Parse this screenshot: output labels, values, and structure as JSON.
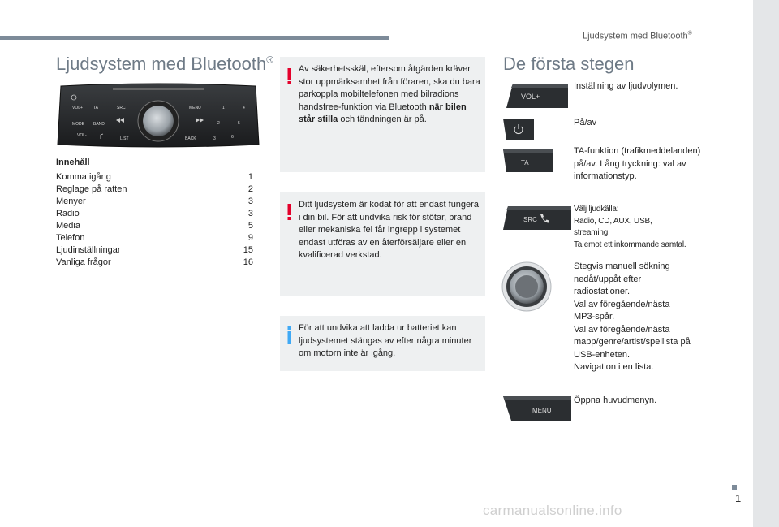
{
  "header": {
    "running_title": "Ljudsystem med Bluetooth",
    "reg": "®"
  },
  "page": {
    "number": "1",
    "watermark": "carmanualsonline.info"
  },
  "left": {
    "title": "Ljudsystem med Bluetooth",
    "title_reg": "®",
    "panel_labels": {
      "vol_plus": "VOL+",
      "ta": "TA",
      "src": "SRC",
      "menu": "MENU",
      "mode": "MODE",
      "band": "BAND",
      "vol_minus": "VOL-",
      "list": "LIST",
      "back": "BACK",
      "p1": "1",
      "p2": "2",
      "p3": "3",
      "p4": "4",
      "p5": "5",
      "p6": "6"
    },
    "contents_heading": "Innehåll",
    "toc": [
      {
        "label": "Komma igång",
        "page": "1"
      },
      {
        "label": "Reglage på ratten",
        "page": "2"
      },
      {
        "label": "Menyer",
        "page": "3"
      },
      {
        "label": "Radio",
        "page": "3"
      },
      {
        "label": "Media",
        "page": "5"
      },
      {
        "label": "Telefon",
        "page": "9"
      },
      {
        "label": "Ljudinställningar",
        "page": "15"
      },
      {
        "label": "Vanliga frågor",
        "page": "16"
      }
    ]
  },
  "notices": {
    "warning1": {
      "text_a": "Av säkerhetsskäl, eftersom åtgärden kräver stor uppmärksamhet från föraren, ska du bara parkoppla mobiltelefonen med bilradions handsfree-funktion via Bluetooth ",
      "bold": "när bilen står stilla",
      "text_b": " och tändningen är på."
    },
    "warning2": "Ditt ljudsystem är kodat för att endast fungera i din bil. För att undvika risk för stötar, brand eller mekaniska fel får ingrepp i systemet endast utföras av en återförsäljare eller en kvalificerad verkstad.",
    "info": "För att undvika att ladda ur batteriet kan ljudsystemet stängas av efter några minuter om motorn inte är igång."
  },
  "right": {
    "title": "De första stegen",
    "items": [
      {
        "button": "VOL+",
        "text": "Inställning av ljudvolymen."
      },
      {
        "button": "power",
        "text": "På/av"
      },
      {
        "button": "TA",
        "text": "TA-funktion (trafikmeddelanden) på/av. Lång tryckning: val av informationstyp."
      },
      {
        "button": "SRC",
        "text_lines": [
          "Välj ljudkälla:",
          "Radio, CD, AUX, USB,",
          "streaming.",
          "Ta emot ett inkommande samtal."
        ]
      },
      {
        "button": "knob",
        "text_lines": [
          "Stegvis manuell sökning",
          "nedåt/uppåt efter",
          "radiostationer.",
          "Val av föregående/nästa",
          "MP3-spår.",
          "Val av föregående/nästa",
          "mapp/genre/artist/spellista på",
          "USB-enheten.",
          "Navigation i en lista."
        ]
      },
      {
        "button": "MENU",
        "text": "Öppna huvudmenyn."
      }
    ]
  },
  "colors": {
    "accent_bar": "#7d8b99",
    "title_gray": "#6e7a86",
    "warning_red": "#e4002b",
    "info_blue": "#3fa9f5",
    "box_bg": "#eef0f1"
  }
}
